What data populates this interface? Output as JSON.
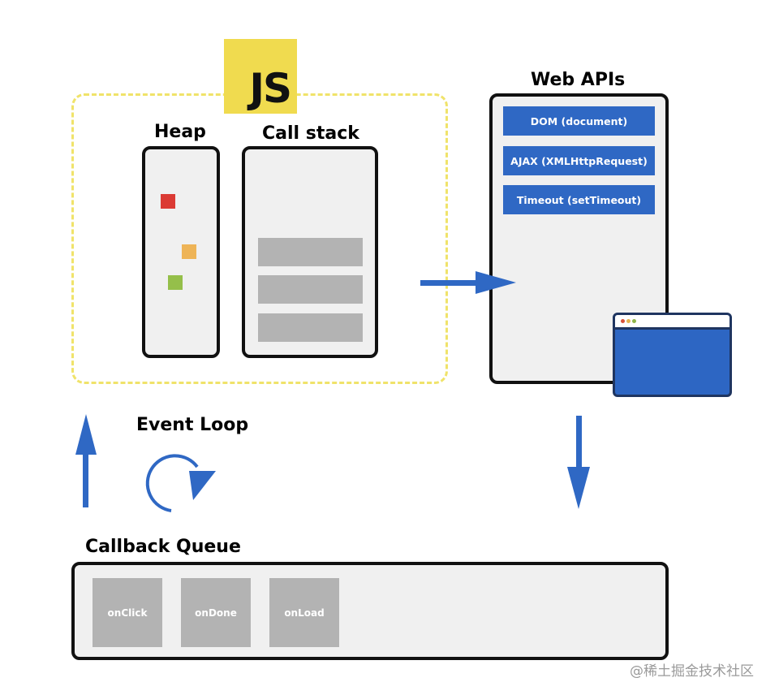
{
  "js_engine": {
    "logo_text": "JS",
    "heap": {
      "label": "Heap",
      "objects": [
        {
          "name": "heap-object-red",
          "color": "#db3a34"
        },
        {
          "name": "heap-object-orange",
          "color": "#eeb457"
        },
        {
          "name": "heap-object-green",
          "color": "#95bf4a"
        }
      ]
    },
    "call_stack": {
      "label": "Call stack",
      "frame_count": 3
    }
  },
  "web_apis": {
    "label": "Web APIs",
    "items": [
      {
        "label": "DOM (document)"
      },
      {
        "label": "AJAX (XMLHttpRequest)"
      },
      {
        "label": "Timeout (setTimeout)"
      }
    ],
    "browser_dots": [
      "#d9533a",
      "#e6b34d",
      "#8fb54a"
    ]
  },
  "event_loop": {
    "label": "Event Loop"
  },
  "callback_queue": {
    "label": "Callback Queue",
    "items": [
      {
        "label": "onClick"
      },
      {
        "label": "onDone"
      },
      {
        "label": "onLoad"
      }
    ]
  },
  "colors": {
    "arrow_blue": "#2f68c4",
    "js_yellow": "#f0db4f"
  },
  "watermark": "@稀土掘金技术社区"
}
